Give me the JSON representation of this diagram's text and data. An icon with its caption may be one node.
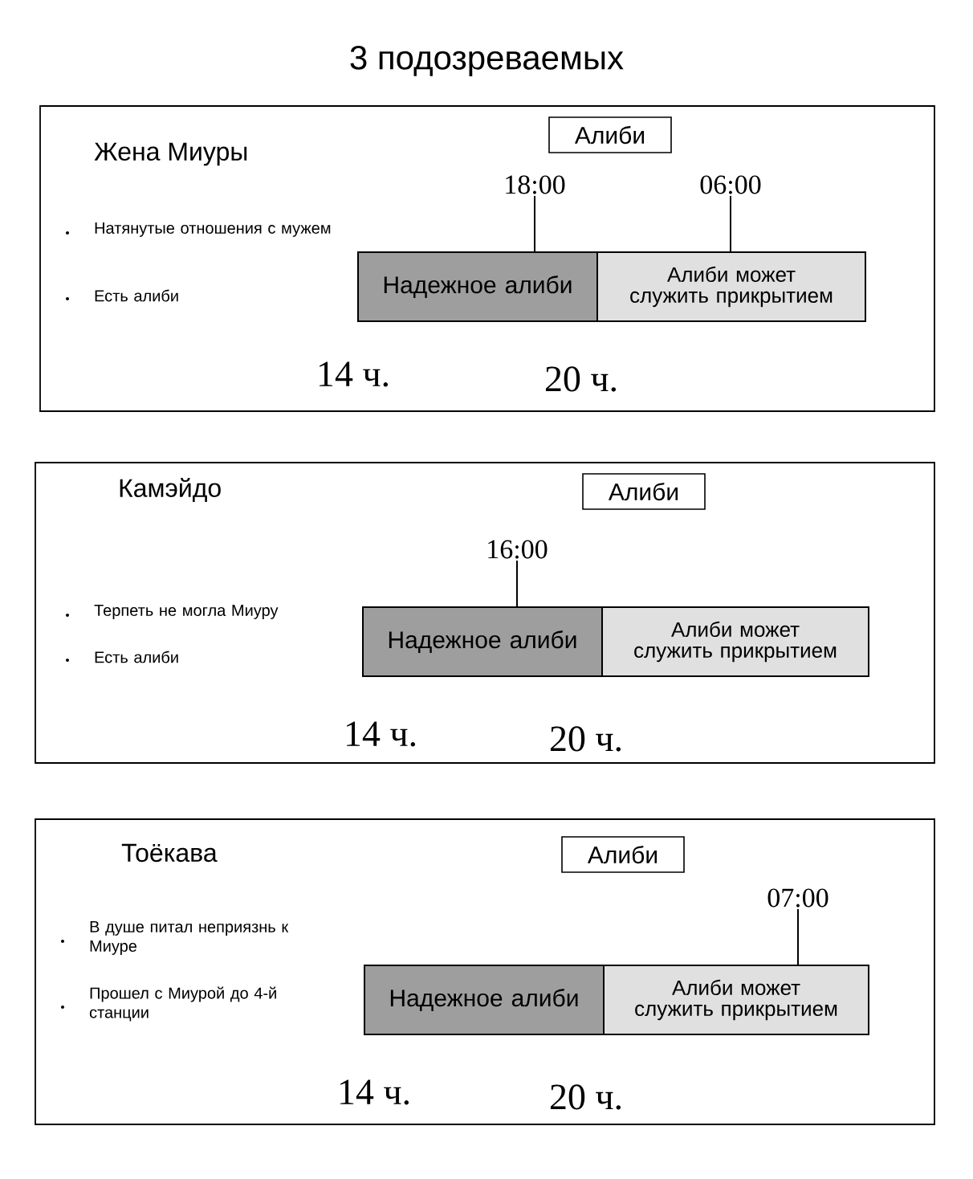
{
  "diagram": {
    "title": "3 подозреваемых",
    "nodes": [
      {
        "text": [
          "Жена Миуры",
          "Натянутые отношения с мужем",
          "Есть алиби"
        ]
      },
      {
        "text": [
          "Алиби"
        ],
        "in": 0
      },
      {
        "text": [
          "18:00"
        ],
        "in": 0
      },
      {
        "text": [
          "06:00"
        ],
        "in": 0
      },
      {
        "text": [
          "Надежное алиби"
        ],
        "in": 0
      },
      {
        "text": [
          "Алиби может служить прикрытием"
        ],
        "in": 0
      },
      {
        "text": [
          "Камэйдо",
          "Терпеть не могла Миуру",
          "Есть алиби"
        ]
      },
      {
        "text": [
          "Алиби"
        ],
        "in": 6
      },
      {
        "text": [
          "16:00"
        ],
        "in": 6
      },
      {
        "text": [
          "Надежное алиби"
        ],
        "in": 6
      },
      {
        "text": [
          "Алиби может служить прикрытием"
        ],
        "in": 6
      },
      {
        "text": [
          "Тоёкава",
          "В душе питал неприязнь к Миуре",
          "Прошел с Миурой до 4-й станции"
        ]
      },
      {
        "text": [
          "Алиби"
        ],
        "in": 11
      },
      {
        "text": [
          "07:00"
        ],
        "in": 11
      },
      {
        "text": [
          "Надежное алиби"
        ],
        "in": 11
      },
      {
        "text": [
          "Алиби может служить прикрытием"
        ],
        "in": 11
      }
    ],
    "edges": [
      {
        "from": 2,
        "to": 4,
        "arrow": "none"
      },
      {
        "from": 3,
        "to": 5,
        "arrow": "none"
      },
      {
        "from": 8,
        "to": 9,
        "arrow": "none"
      },
      {
        "from": 13,
        "to": 15,
        "arrow": "none"
      }
    ],
    "labels": [
      "14 ч.",
      "20 ч.",
      "14 ч.",
      "20 ч.",
      "14 ч.",
      "20 ч."
    ]
  }
}
